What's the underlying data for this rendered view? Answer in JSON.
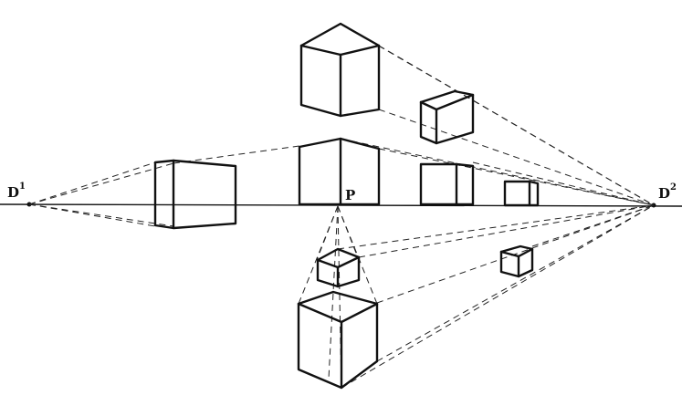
{
  "labels": {
    "left_vp": "D",
    "left_vp_sup": "1",
    "right_vp": "D",
    "right_vp_sup": "2",
    "center_point": "P"
  }
}
